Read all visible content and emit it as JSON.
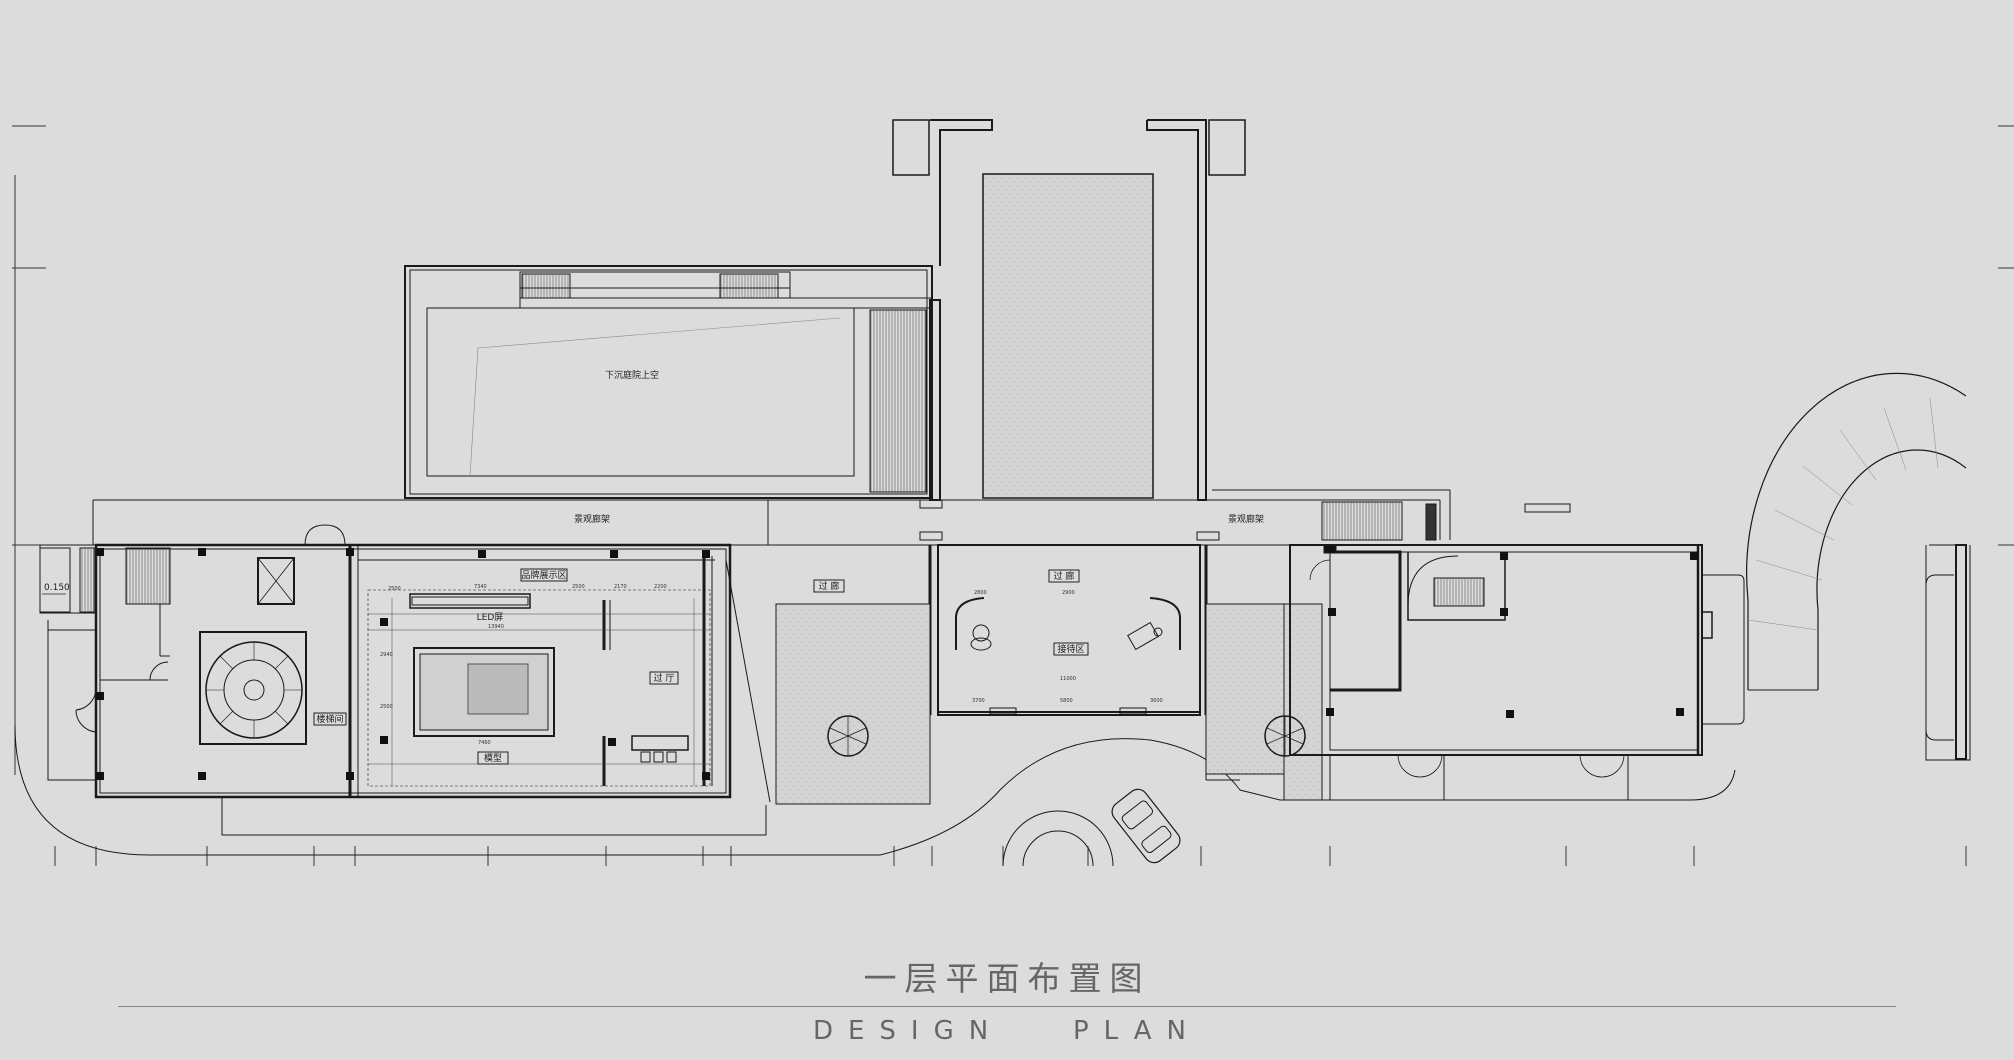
{
  "drawing": {
    "title_cn": "一层平面布置图",
    "title_en": "DESIGN   PLAN",
    "colors": {
      "background": "#dcdcdc",
      "line": "#1a1a1a",
      "hatch": "#cfcfcf",
      "title": "#666666"
    }
  },
  "labels": {
    "sunken_courtyard": "下沉庭院上空",
    "landscape_corridor_1": "景观廊架",
    "landscape_corridor_2": "景观廊架",
    "brand_area": "品牌展示区",
    "led_screen": "LED屏",
    "corridor_1": "过 廊",
    "corridor_2": "过 廊",
    "hall": "过 厅",
    "reception": "接待区",
    "stair_room": "楼梯间",
    "model_area": "模型",
    "elevation": "0.150"
  },
  "dimensions": {
    "d1": "2500",
    "d2": "7340",
    "d3": "2500",
    "d4": "2170",
    "d5": "2200",
    "d6": "13940",
    "d7": "7460",
    "d8": "2940",
    "d9": "2500",
    "d10": "11000",
    "d11": "5800",
    "d12": "2800",
    "d13": "2900",
    "d14": "3700",
    "d15": "3600"
  }
}
